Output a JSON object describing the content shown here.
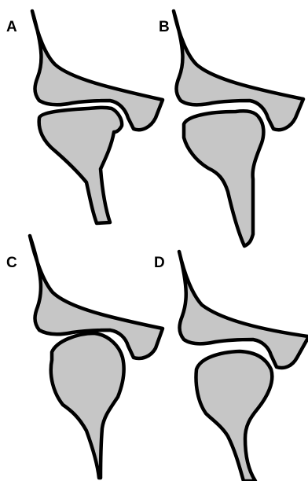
{
  "colors": {
    "bone_fill": "#c6c6c6",
    "outline": "#000000",
    "background": "#ffffff"
  },
  "panels": [
    {
      "label": "A"
    },
    {
      "label": "B"
    },
    {
      "label": "C"
    },
    {
      "label": "D"
    }
  ]
}
